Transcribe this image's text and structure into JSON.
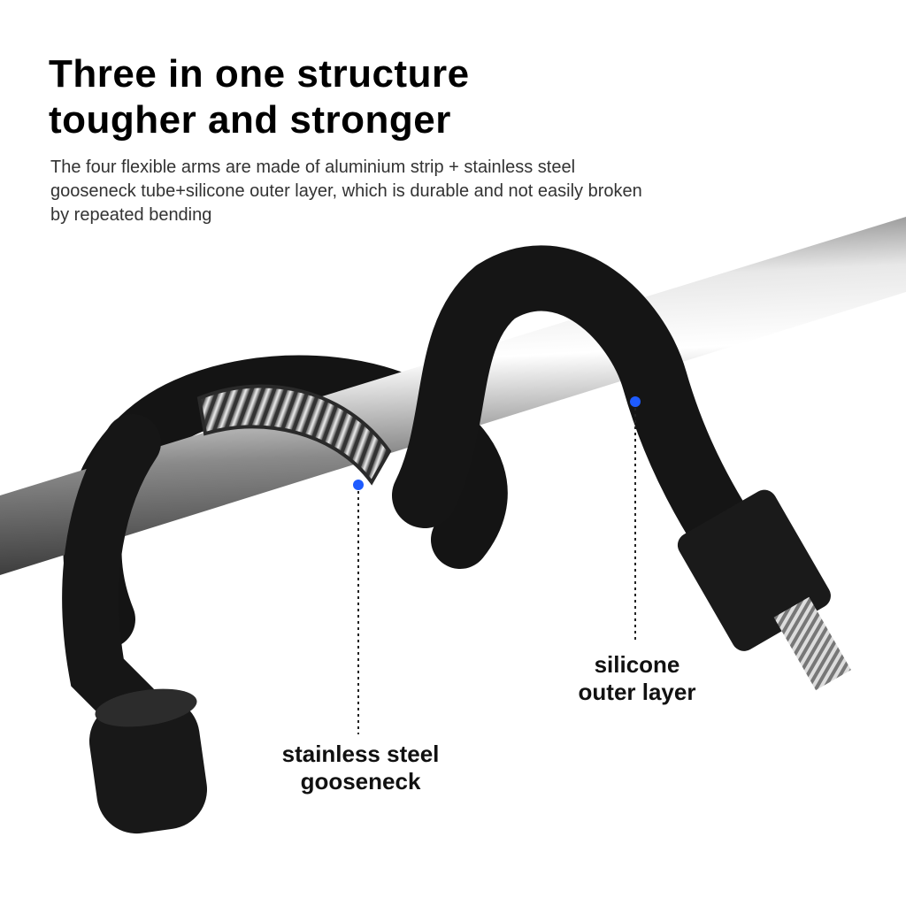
{
  "header": {
    "title_line1": "Three in one structure",
    "title_line2": "tougher and stronger",
    "description": "The four flexible arms are made of aluminium strip + stainless steel gooseneck tube+silicone outer layer, which is durable and not easily broken by repeated bending"
  },
  "callouts": {
    "gooseneck_line1": "stainless steel",
    "gooseneck_line2": "gooseneck",
    "silicone_line1": "silicone",
    "silicone_line2": "outer layer"
  },
  "colors": {
    "marker": "#1e5bff",
    "rubber": "#111111",
    "rod": "#9a9a9a"
  }
}
